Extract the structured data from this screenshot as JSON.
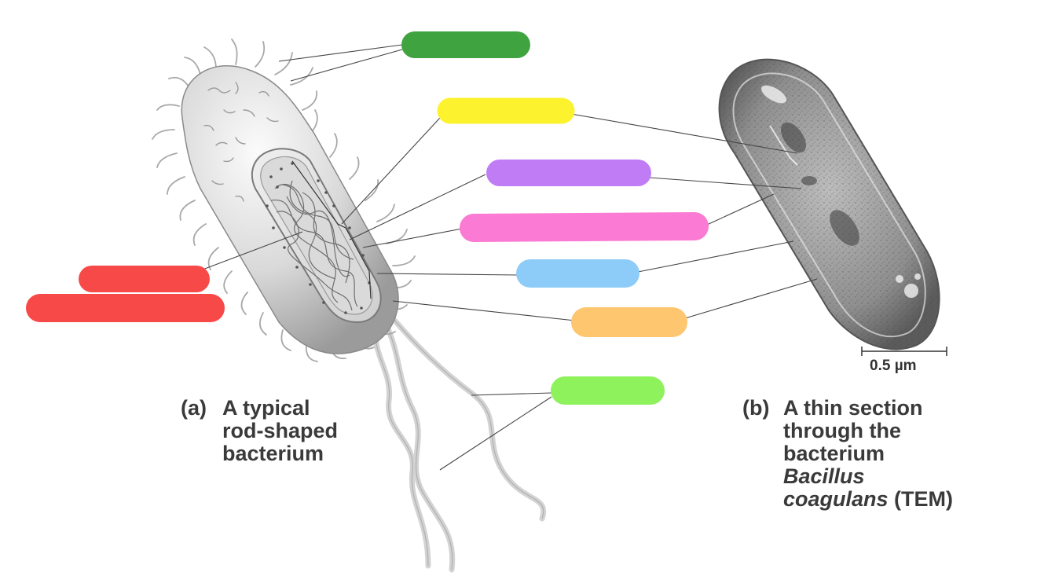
{
  "captions": {
    "a": {
      "tag": "(a)",
      "lines": [
        "A typical",
        "rod-shaped",
        "bacterium"
      ]
    },
    "b": {
      "tag": "(b)",
      "lines": [
        "A thin section",
        "through the",
        "bacterium"
      ],
      "italic": "Bacillus",
      "italic2": "coagulans",
      "suffix": " (TEM)"
    }
  },
  "scale_bar": {
    "label": "0.5 µm"
  },
  "colors": {
    "label_green": "#3fa33f",
    "label_yellow": "#fdf22e",
    "label_purple": "#c07cf5",
    "label_pink": "#fb7ad3",
    "label_blue": "#8dcbf8",
    "label_orange": "#fec66e",
    "label_lightgreen": "#8ef25c",
    "label_red": "#f84949"
  }
}
